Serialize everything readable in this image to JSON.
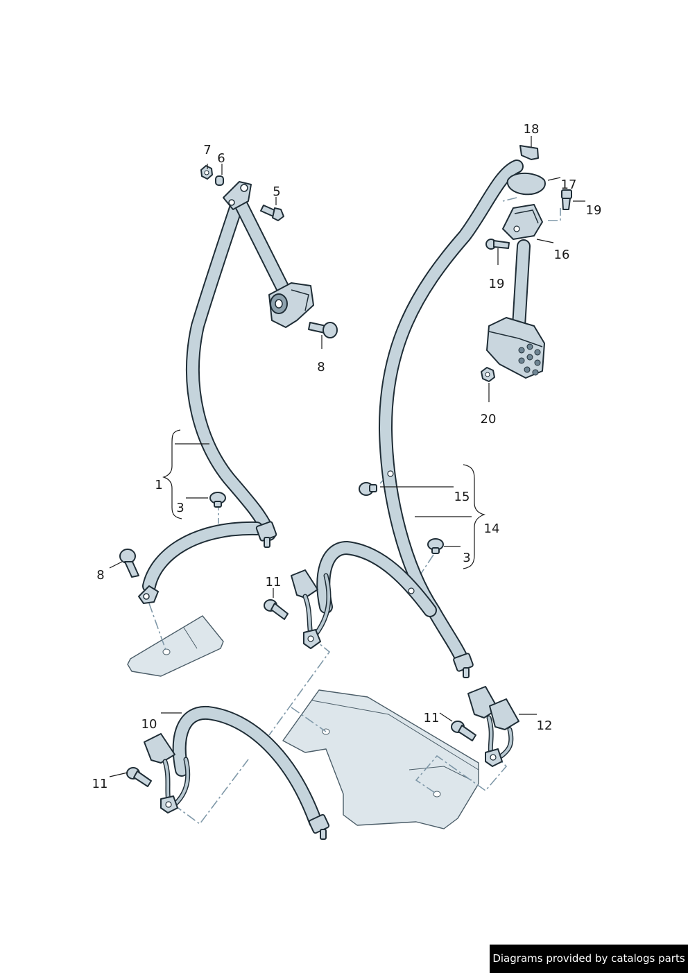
{
  "labels": {
    "l1": "1",
    "l3a": "3",
    "l3b": "3",
    "l5": "5",
    "l6": "6",
    "l7": "7",
    "l8a": "8",
    "l8b": "8",
    "l10": "10",
    "l11a": "11",
    "l11b": "11",
    "l11c": "11",
    "l12": "12",
    "l14": "14",
    "l15": "15",
    "l16": "16",
    "l17": "17",
    "l18": "18",
    "l19a": "19",
    "l19b": "19",
    "l20": "20"
  },
  "credit": "Diagrams provided by catalogs parts",
  "colors": {
    "belt": "#c5d4dc",
    "outline": "#1f2d36",
    "bracket": "#dde6eb",
    "dash": "#7f98a8",
    "credit_bg": "#000000"
  }
}
